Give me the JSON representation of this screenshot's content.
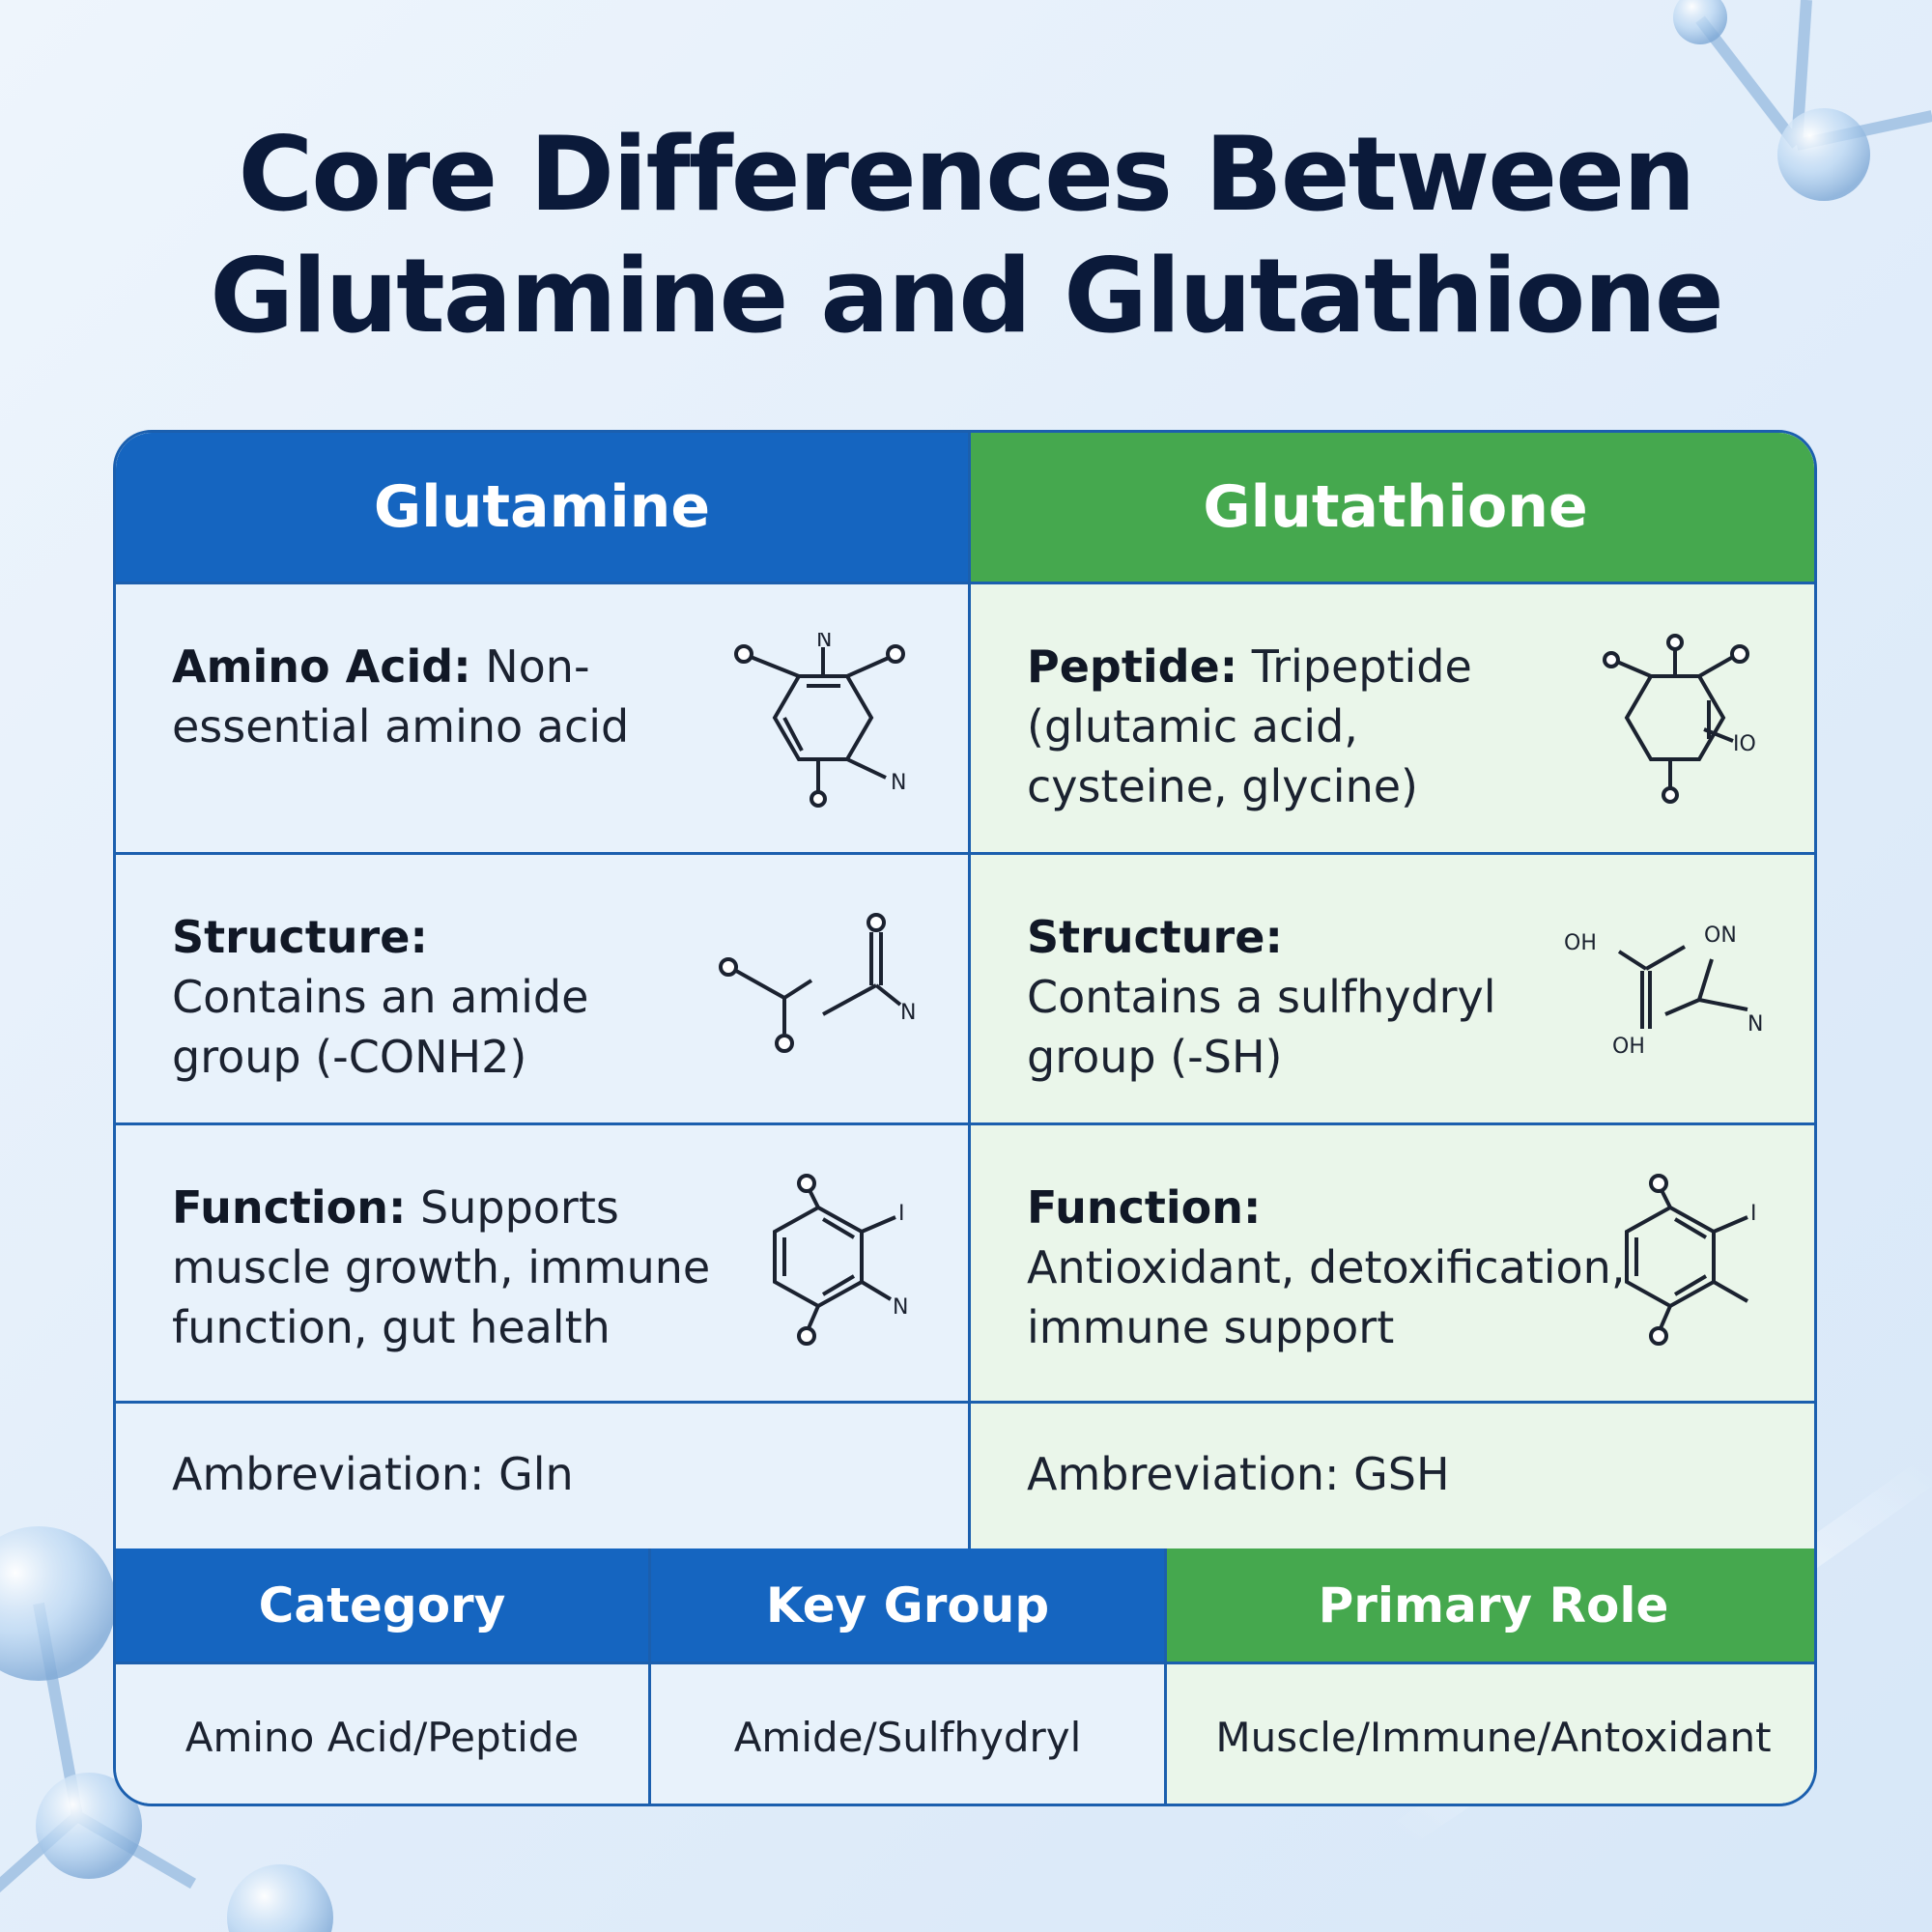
{
  "title": {
    "line1": "Core Differences Between",
    "line2": "Glutamine and Glutathione"
  },
  "columns": [
    {
      "header": "Glutamine",
      "rows": [
        {
          "label": "Amino Acid:",
          "text": "Non-essential amino acid"
        },
        {
          "label": "Structure:",
          "text": "Contains an amide group (-CONH2)"
        },
        {
          "label": "Function:",
          "text": "Supports muscle growth, immune function, gut health"
        },
        {
          "label": "",
          "text": "Ambreviation: Gln"
        }
      ]
    },
    {
      "header": "Glutathione",
      "rows": [
        {
          "label": "Peptide:",
          "text": "Tripeptide (glutamic acid, cysteine, glycine)"
        },
        {
          "label": "Structure:",
          "text": "Contains a sulfhydryl group (-SH)"
        },
        {
          "label": "Function:",
          "text": "Antioxidant, detoxification, immune support"
        },
        {
          "label": "",
          "text": "Ambreviation: GSH"
        }
      ]
    }
  ],
  "summary": {
    "headers": [
      "Category",
      "Key Group",
      "Primary Role"
    ],
    "values": [
      "Amino Acid/Peptide",
      "Amide/Sulfhydryl",
      "Muscle/Immune/Antoxidant"
    ]
  },
  "molecule_labels": {
    "a1": [
      "N",
      "N"
    ],
    "a2": [
      "N"
    ],
    "a3": [
      "I",
      "N"
    ],
    "b1": [
      "IO"
    ],
    "b2": [
      "OH",
      "ON",
      "N",
      "OH"
    ],
    "b3": [
      "I"
    ]
  },
  "colors": {
    "title": "#0b1a3a",
    "blue_header": "#1565c0",
    "green_header": "#45a84e",
    "border": "#1b5fae"
  },
  "icons": [
    "molecule-bubble-icon"
  ]
}
